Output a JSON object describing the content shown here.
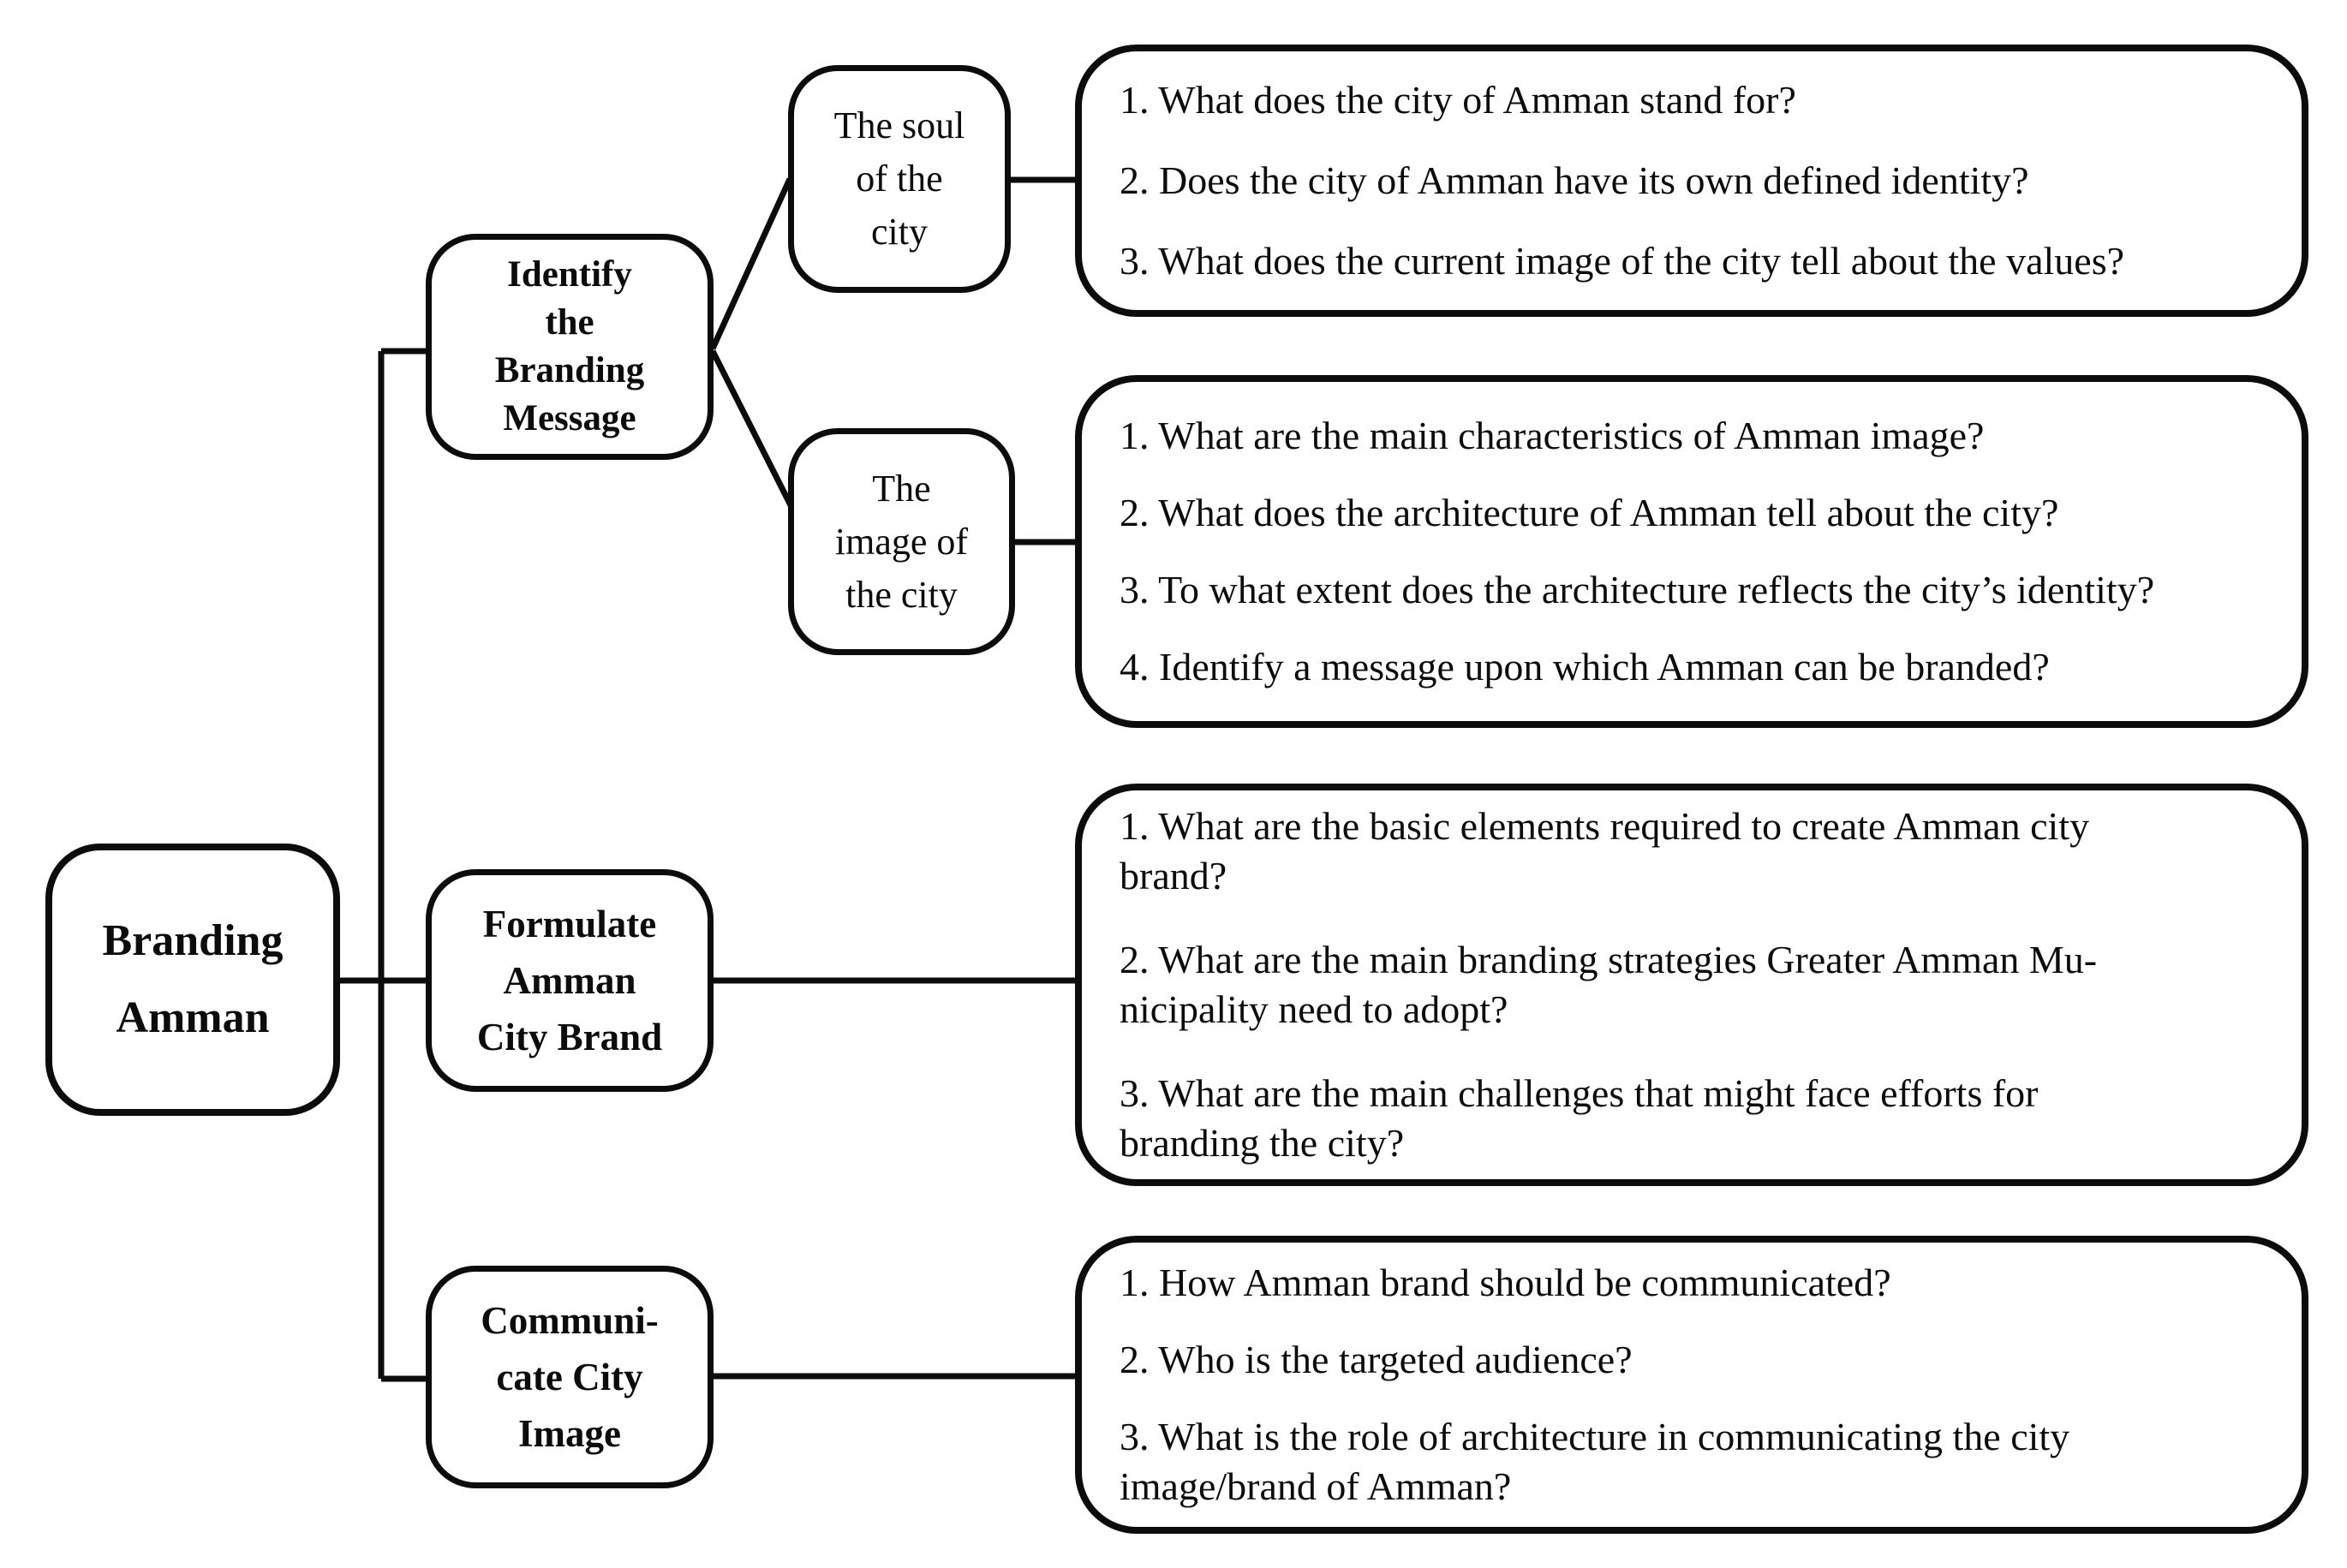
{
  "diagram": {
    "title": "Branding Amman research questions map",
    "colors": {
      "ink": "#0c0c0c",
      "background": "#ffffff"
    },
    "root": {
      "label": "Branding\nAmman"
    },
    "branches": [
      {
        "label": "Identify\nthe\nBranding\nMessage"
      },
      {
        "label": "Formulate\nAmman\nCity Brand"
      },
      {
        "label": "Communi-\ncate City\nImage"
      }
    ],
    "subnodes": [
      {
        "label": "The soul\nof the\ncity"
      },
      {
        "label": "The\nimage of\nthe city"
      }
    ],
    "question_groups": [
      {
        "source": "The soul of the city",
        "items": [
          "1. What does the city of Amman stand for?",
          "2. Does the city of Amman have its own defined identity?",
          "3. What does the current image of the city tell about the values?"
        ]
      },
      {
        "source": "The image of the city",
        "items": [
          "1. What are the main characteristics of Amman image?",
          "2. What does the architecture of Amman tell about the city?",
          "3. To what extent does the architecture reflects the city’s identity?",
          "4. Identify a message upon which Amman can be branded?"
        ]
      },
      {
        "source": "Formulate Amman City Brand",
        "items": [
          "1. What are the basic elements required to create Amman city\nbrand?",
          "2. What are the main branding strategies Greater Amman Mu-\nnicipality need to adopt?",
          "3. What are the main challenges that might face efforts for\nbranding the city?"
        ]
      },
      {
        "source": "Communicate City Image",
        "items": [
          "1. How Amman brand should be communicated?",
          "2. Who is the targeted audience?",
          "3. What is the role of architecture in communicating the city\n image/brand of Amman?"
        ]
      }
    ]
  }
}
